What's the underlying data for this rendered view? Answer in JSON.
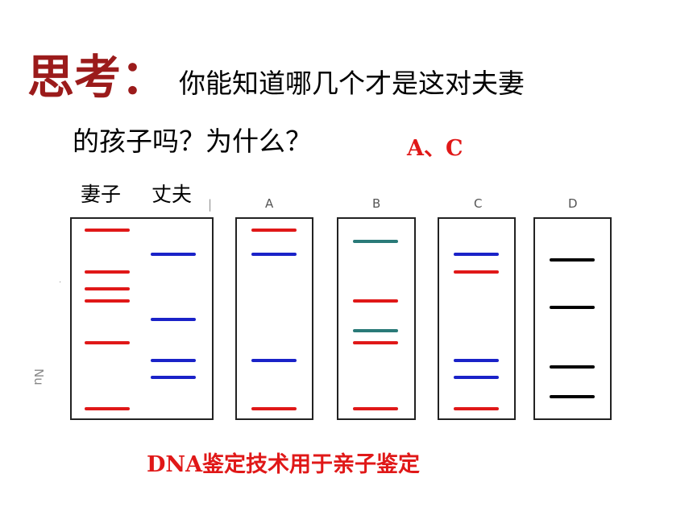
{
  "heading": {
    "think_label": "思考：",
    "question_line1": "你能知道哪几个才是这对夫妻",
    "question_line2": "的孩子吗？为什么？"
  },
  "answer": "A、C",
  "gel": {
    "wife_label": "妻子",
    "husband_label": "丈夫",
    "tick_mark": "|",
    "stray_dot": "·",
    "side_label": "Nu",
    "lanes": [
      {
        "name": "parents",
        "letter": ""
      },
      {
        "name": "A",
        "letter": "A"
      },
      {
        "name": "B",
        "letter": "B"
      },
      {
        "name": "C",
        "letter": "C"
      },
      {
        "name": "D",
        "letter": "D"
      }
    ],
    "colors": {
      "red": "#e01818",
      "blue": "#1a22c8",
      "teal": "#2a7a78",
      "black": "#000000"
    }
  },
  "footer": "DNA鉴定技术用于亲子鉴定"
}
